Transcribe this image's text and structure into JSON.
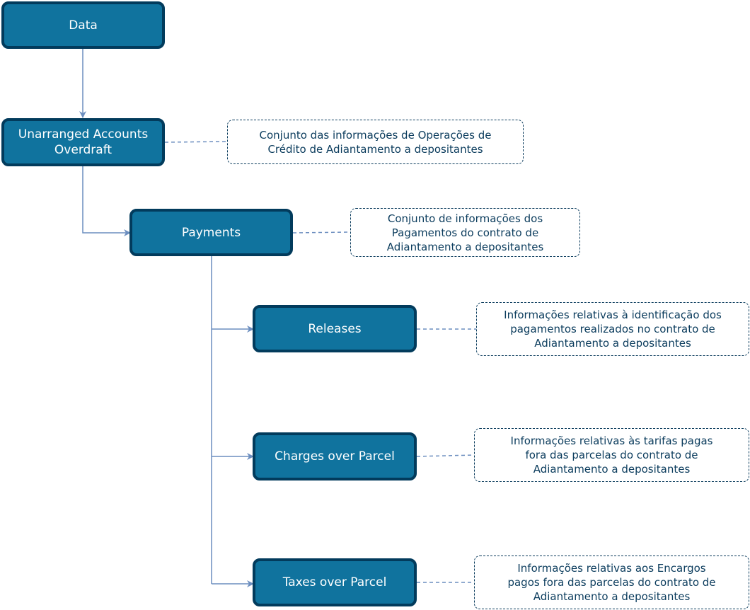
{
  "colors": {
    "node_fill": "#10739e",
    "node_border": "#023b5c",
    "node_text": "#ffffff",
    "connector": "#6c8ebf",
    "note_border": "#0b3c5d",
    "note_text": "#0b3c5d"
  },
  "nodes": {
    "data": {
      "label": "Data"
    },
    "unarranged": {
      "label_line1": "Unarranged Accounts",
      "label_line2": "Overdraft"
    },
    "payments": {
      "label": "Payments"
    },
    "releases": {
      "label": "Releases"
    },
    "charges": {
      "label": "Charges over Parcel"
    },
    "taxes": {
      "label": "Taxes over Parcel"
    }
  },
  "notes": {
    "unarranged": {
      "line1": "Conjunto das informações de Operações de",
      "line2": "Crédito de Adiantamento a depositantes"
    },
    "payments": {
      "line1": "Conjunto de informações dos",
      "line2": "Pagamentos do contrato de",
      "line3": "Adiantamento a depositantes"
    },
    "releases": {
      "line1": "Informações relativas à identificação dos",
      "line2": "pagamentos realizados no contrato de",
      "line3": "Adiantamento a depositantes"
    },
    "charges": {
      "line1": "Informações relativas às tarifas pagas",
      "line2": "fora das parcelas do contrato de",
      "line3": "Adiantamento a depositantes"
    },
    "taxes": {
      "line1": "Informações relativas aos Encargos",
      "line2": "pagos fora das parcelas do contrato de",
      "line3": "Adiantamento a depositantes"
    }
  }
}
